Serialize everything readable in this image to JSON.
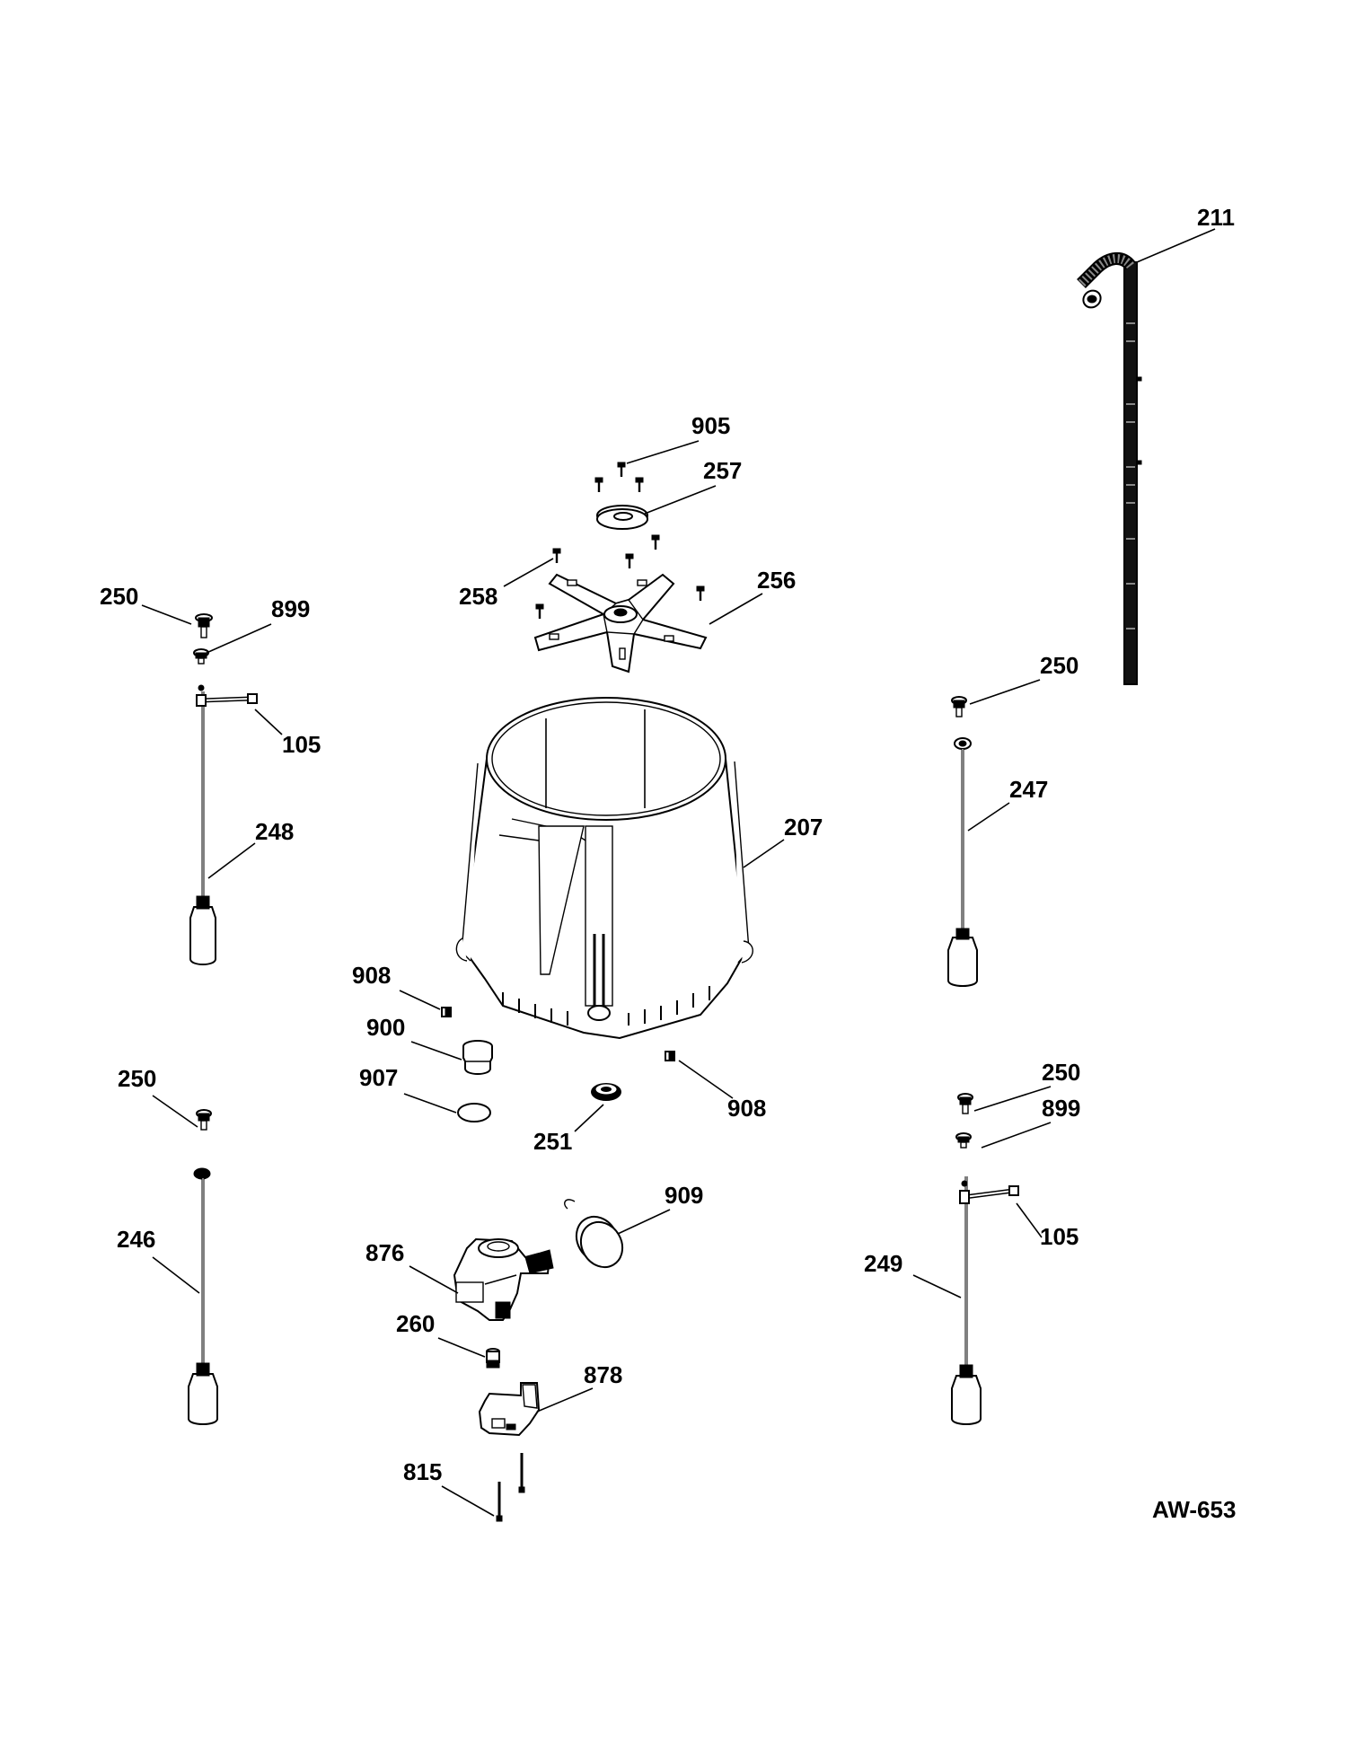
{
  "diagram_code": "AW-653",
  "callouts": [
    {
      "id": "211",
      "label": "211"
    },
    {
      "id": "905",
      "label": "905"
    },
    {
      "id": "257",
      "label": "257"
    },
    {
      "id": "258",
      "label": "258"
    },
    {
      "id": "256",
      "label": "256"
    },
    {
      "id": "250-a",
      "label": "250"
    },
    {
      "id": "899-a",
      "label": "899"
    },
    {
      "id": "105-a",
      "label": "105"
    },
    {
      "id": "248",
      "label": "248"
    },
    {
      "id": "250-b",
      "label": "250"
    },
    {
      "id": "247",
      "label": "247"
    },
    {
      "id": "207",
      "label": "207"
    },
    {
      "id": "908-a",
      "label": "908"
    },
    {
      "id": "900",
      "label": "900"
    },
    {
      "id": "907",
      "label": "907"
    },
    {
      "id": "908-b",
      "label": "908"
    },
    {
      "id": "251",
      "label": "251"
    },
    {
      "id": "250-c",
      "label": "250"
    },
    {
      "id": "250-d",
      "label": "250"
    },
    {
      "id": "899-b",
      "label": "899"
    },
    {
      "id": "909",
      "label": "909"
    },
    {
      "id": "246",
      "label": "246"
    },
    {
      "id": "876",
      "label": "876"
    },
    {
      "id": "105-b",
      "label": "105"
    },
    {
      "id": "249",
      "label": "249"
    },
    {
      "id": "260",
      "label": "260"
    },
    {
      "id": "878",
      "label": "878"
    },
    {
      "id": "815",
      "label": "815"
    }
  ]
}
